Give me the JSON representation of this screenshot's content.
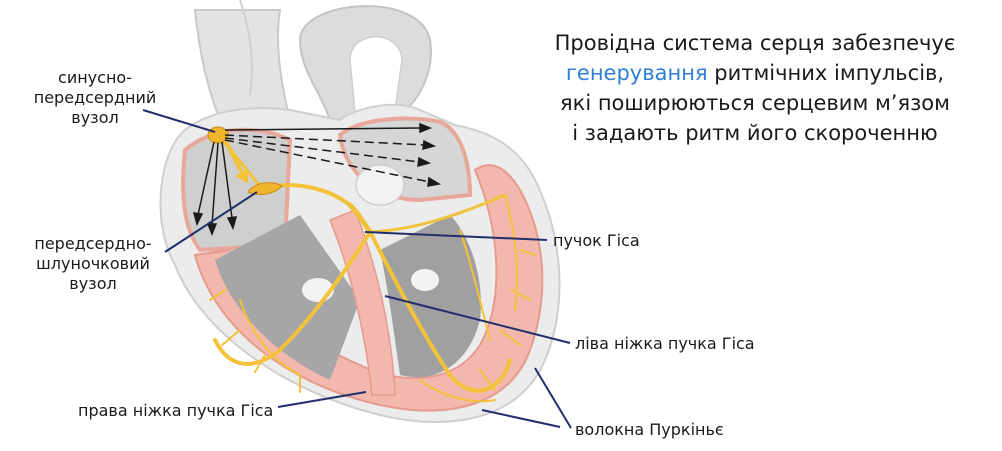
{
  "title": {
    "line1": "Провідна система серця забезпечує",
    "line2_accent": "генерування",
    "line2_rest": " ритмічних імпульсів,",
    "line3": "які поширюються серцевим м’язом",
    "line4": "і задають ритм його скороченню"
  },
  "labels": {
    "sa_node": [
      "синусно-",
      "передсердний",
      "вузол"
    ],
    "av_node": [
      "передсердно-",
      "шлуночковий",
      "вузол"
    ],
    "his_bundle": "пучок Гіса",
    "left_branch": "ліва ніжка пучка Гіса",
    "right_branch": "права ніжка пучка Гіса",
    "purkinje": "волокна Пуркіньє"
  },
  "colors": {
    "accent": "#2f7fd6",
    "leader_line": "#1f2f6b",
    "conduction": "#f2c23a",
    "myocardium": "#f2b8ae",
    "chamber_gray": "#9a9a9a"
  }
}
